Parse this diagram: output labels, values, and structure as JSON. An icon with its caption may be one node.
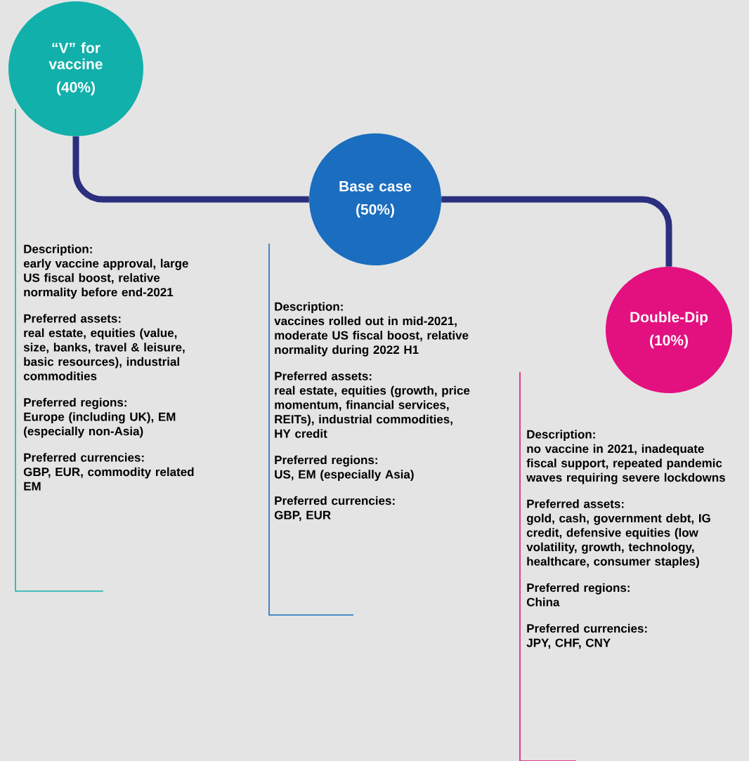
{
  "diagram": {
    "nodes": [
      {
        "text": [
          "“V” for vaccine",
          "(40%)"
        ],
        "beside": [
          "Description:",
          "early vaccine approval, large US fiscal boost, relative normality before end-2021",
          "Preferred assets:",
          "real estate, equities (value, size, banks, travel & leisure, basic resources), industrial commodities",
          "Preferred regions:",
          "Europe (including UK), EM (especially non-Asia)",
          "Preferred currencies:",
          "GBP, EUR, commodity related EM"
        ]
      },
      {
        "text": [
          "Base case",
          "(50%)"
        ],
        "beside": [
          "Description:",
          "vaccines rolled out in mid-2021, moderate US fiscal boost, relative normality during 2022 H1",
          "Preferred assets:",
          "real estate, equities (growth, price momentum, financial services, REITs), industrial commodities, HY credit",
          "Preferred regions:",
          "US, EM (especially Asia)",
          "Preferred currencies:",
          "GBP, EUR"
        ]
      },
      {
        "text": [
          "Double-Dip",
          "(10%)"
        ],
        "beside": [
          "Description:",
          "no vaccine in 2021, inadequate fiscal support, repeated pandemic waves requiring severe lockdowns",
          "Preferred assets:",
          "gold, cash, government debt, IG credit, defensive equities (low volatility, growth, technology, healthcare, consumer staples)",
          "Preferred regions:",
          "China",
          "Preferred currencies:",
          "JPY, CHF, CNY"
        ]
      }
    ],
    "edges": [
      {
        "from": 0,
        "to": 1,
        "arrow": "none"
      },
      {
        "from": 1,
        "to": 2,
        "arrow": "none"
      }
    ]
  }
}
